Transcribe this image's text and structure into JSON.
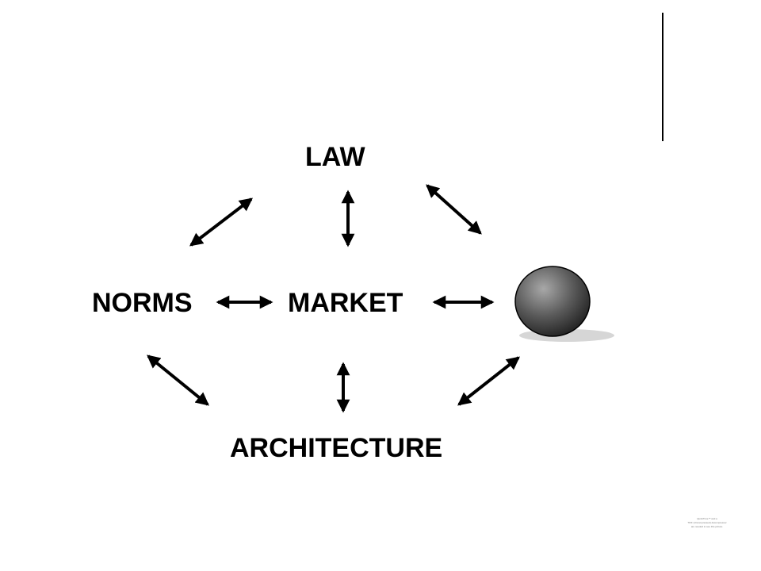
{
  "diagram": {
    "nodes": {
      "law": "LAW",
      "norms": "NORMS",
      "market": "MARKET",
      "architecture": "ARCHITECTURE"
    },
    "subject": "sphere",
    "connections": [
      {
        "from": "law",
        "to": "norms",
        "style": "double-arrow"
      },
      {
        "from": "law",
        "to": "market",
        "style": "double-arrow"
      },
      {
        "from": "law",
        "to": "subject",
        "style": "double-arrow"
      },
      {
        "from": "norms",
        "to": "market",
        "style": "double-arrow"
      },
      {
        "from": "market",
        "to": "subject",
        "style": "double-arrow"
      },
      {
        "from": "norms",
        "to": "architecture",
        "style": "double-arrow"
      },
      {
        "from": "market",
        "to": "architecture",
        "style": "double-arrow"
      },
      {
        "from": "subject",
        "to": "architecture",
        "style": "double-arrow"
      }
    ]
  },
  "placeholder_note": {
    "line1": "QuickTime™ and a",
    "line2": "TIFF (Uncompressed) decompressor",
    "line3": "are needed to see this picture."
  },
  "colors": {
    "background": "#ffffff",
    "text": "#000000",
    "sphere_light": "#9a9a9a",
    "sphere_dark": "#2a2a2a",
    "shadow": "#d6d6d6"
  }
}
